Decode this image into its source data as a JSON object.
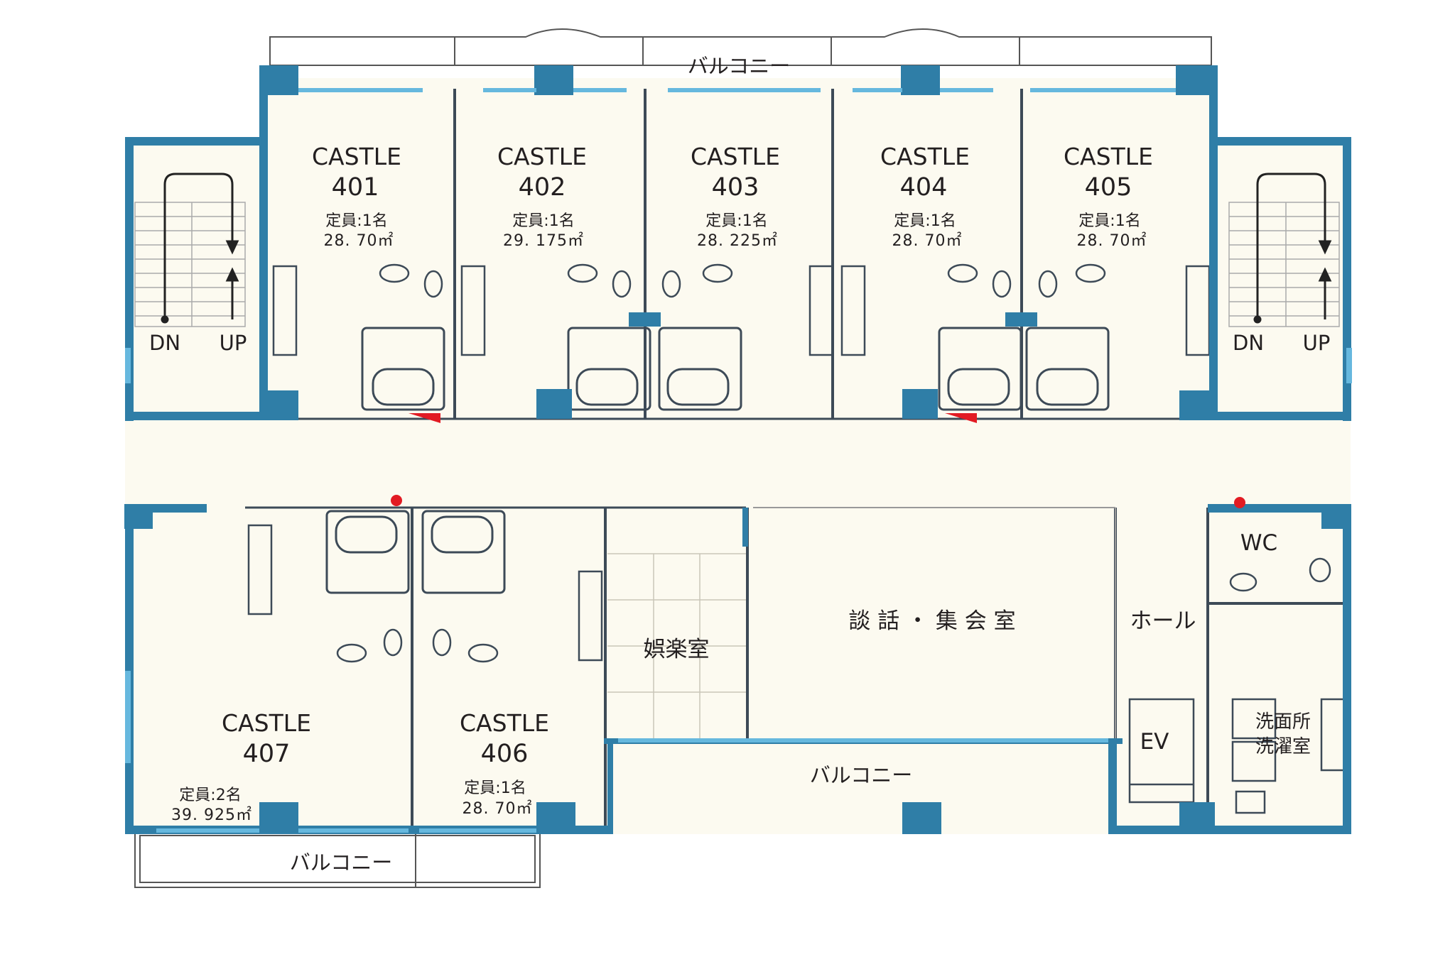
{
  "colors": {
    "wall": "#2f7ea7",
    "window": "#66b8de",
    "floor": "#fcfaf0",
    "line": "#3d4a57",
    "marker_red": "#e21b23"
  },
  "balcony_labels": {
    "top": "バルコニー",
    "bottom_left": "バルコニー",
    "bottom_center": "バルコニー"
  },
  "rooms": [
    {
      "name": "CASTLE",
      "number": "401",
      "capacity": "定員:1名",
      "area": "28. 70㎡"
    },
    {
      "name": "CASTLE",
      "number": "402",
      "capacity": "定員:1名",
      "area": "29. 175㎡"
    },
    {
      "name": "CASTLE",
      "number": "403",
      "capacity": "定員:1名",
      "area": "28. 225㎡"
    },
    {
      "name": "CASTLE",
      "number": "404",
      "capacity": "定員:1名",
      "area": "28. 70㎡"
    },
    {
      "name": "CASTLE",
      "number": "405",
      "capacity": "定員:1名",
      "area": "28. 70㎡"
    },
    {
      "name": "CASTLE",
      "number": "406",
      "capacity": "定員:1名",
      "area": "28. 70㎡"
    },
    {
      "name": "CASTLE",
      "number": "407",
      "capacity": "定員:2名",
      "area": "39. 925㎡"
    }
  ],
  "stairs": {
    "left": {
      "down": "DN",
      "up": "UP"
    },
    "right": {
      "down": "DN",
      "up": "UP"
    }
  },
  "common_areas": {
    "lounge": "談 話 ・ 集 会 室",
    "recreation": "娯楽室",
    "hall": "ホール",
    "elevator": "EV",
    "wc": "WC",
    "washroom_line1": "洗面所",
    "washroom_line2": "洗濯室"
  }
}
